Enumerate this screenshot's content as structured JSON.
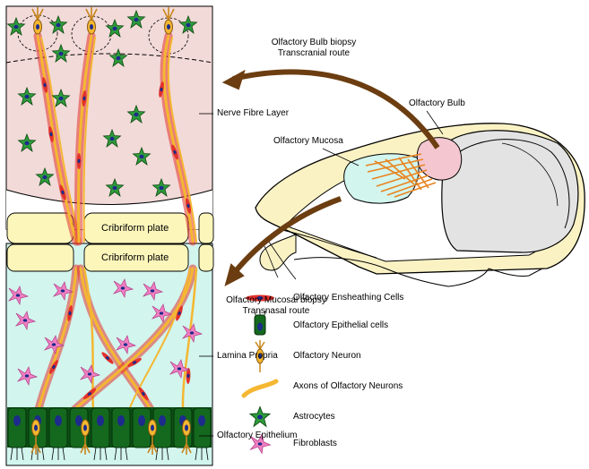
{
  "routes": {
    "bulb_biopsy_line1": "Olfactory Bulb biopsy",
    "bulb_biopsy_line2": "Transcranial route",
    "mucosal_biopsy_line1": "Olfactory Mucosal biopsy",
    "mucosal_biopsy_line2": "Transnasal route"
  },
  "head_labels": {
    "olfactory_bulb": "Olfactory Bulb",
    "olfactory_mucosa": "Olfactory Mucosa"
  },
  "panel_labels": {
    "nerve_fibre_layer": "Nerve Fibre Layer",
    "cribriform_plate_top": "Cribriform plate",
    "cribriform_plate_bottom": "Cribriform plate",
    "lamina_propria": "Lamina Propria",
    "olfactory_epithelium": "Olfactory Epithelium"
  },
  "legend": [
    {
      "icon": "ensheathing-cell-icon",
      "label": "Olfactory Ensheathing Cells"
    },
    {
      "icon": "epithelial-cell-icon",
      "label": "Olfactory Epithelial cells"
    },
    {
      "icon": "neuron-icon",
      "label": "Olfactory Neuron"
    },
    {
      "icon": "axon-icon",
      "label": "Axons of Olfactory Neurons"
    },
    {
      "icon": "astrocyte-icon",
      "label": "Astrocytes"
    },
    {
      "icon": "fibroblast-icon",
      "label": "Fibroblasts"
    }
  ],
  "colors": {
    "bulb_panel": "#f2dad8",
    "mucosa_panel": "#d2f5ee",
    "cribriform": "#fdf6bb",
    "axon": "#f5b731",
    "ensheathing": "#e2312c",
    "epithelial": "#14691e",
    "astrocyte": "#2e9b3a",
    "fibroblast": "#f07fc1",
    "nucleus": "#1c2b8c",
    "arrow": "#6b3d10",
    "head_fill": "#fbf2c4"
  }
}
